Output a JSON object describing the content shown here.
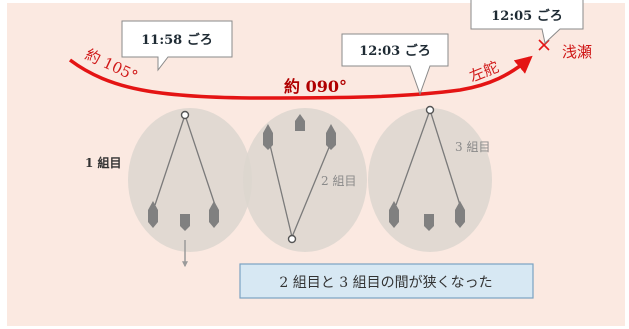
{
  "callouts": {
    "t1158": "11:58 ごろ",
    "t1203": "12:03 ごろ",
    "t1205": "12:05 ごろ"
  },
  "course_labels": {
    "initial": "約 105°",
    "main": "約 090°",
    "rudder": "左舵",
    "shallows": "浅瀬"
  },
  "groups": {
    "g1": "1 組目",
    "g2": "2 組目",
    "g3": "3 組目"
  },
  "note": "2 組目と 3 組目の間が狭くなった",
  "colors": {
    "background": "#fbe9e1",
    "track": "#e41414",
    "ellipse": "#dcd6cf",
    "boat": "#808080",
    "note_box": "#d7e8f3",
    "note_border": "#7aa3c2"
  }
}
